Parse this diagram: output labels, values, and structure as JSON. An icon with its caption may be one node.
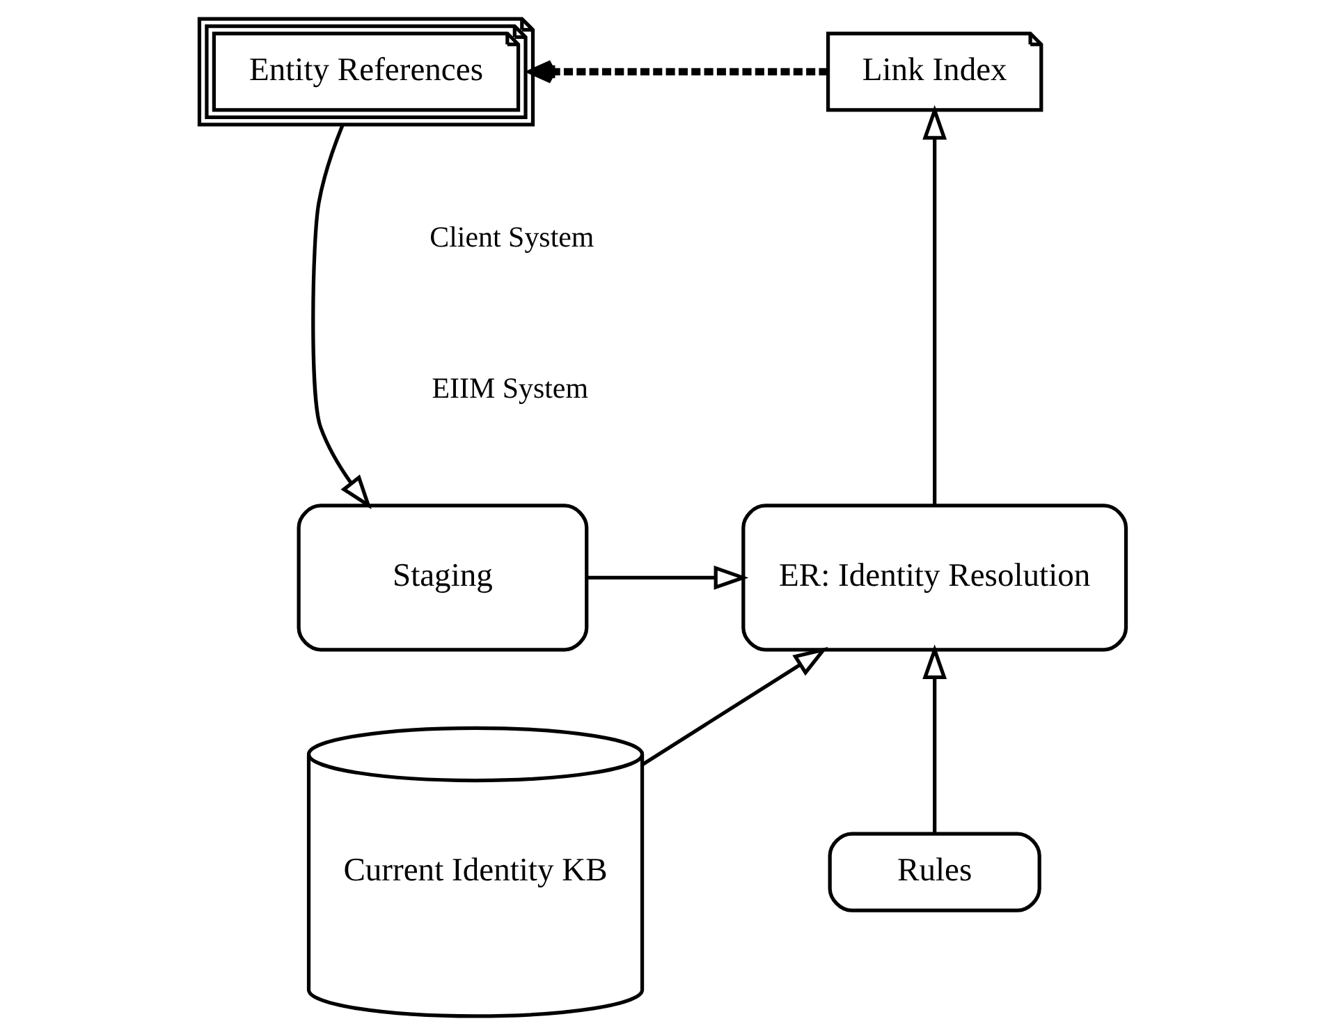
{
  "diagram": {
    "nodes": [
      {
        "text": [
          "Entity References"
        ]
      },
      {
        "text": [
          "Link Index"
        ]
      },
      {
        "text": [
          "Staging"
        ]
      },
      {
        "text": [
          "ER: Identity Resolution"
        ]
      },
      {
        "text": [
          "Current Identity KB"
        ]
      },
      {
        "text": [
          "Rules"
        ]
      }
    ],
    "edges": [
      {
        "from": 1,
        "to": 0,
        "arrow": "to",
        "style": "dashed"
      },
      {
        "from": 0,
        "to": 2,
        "arrow": "to"
      },
      {
        "from": 2,
        "to": 3,
        "arrow": "to"
      },
      {
        "from": 4,
        "to": 3,
        "arrow": "to"
      },
      {
        "from": 5,
        "to": 3,
        "arrow": "to"
      },
      {
        "from": 3,
        "to": 1,
        "arrow": "to"
      }
    ],
    "labels": [
      "Client System",
      "EIIM System"
    ]
  }
}
